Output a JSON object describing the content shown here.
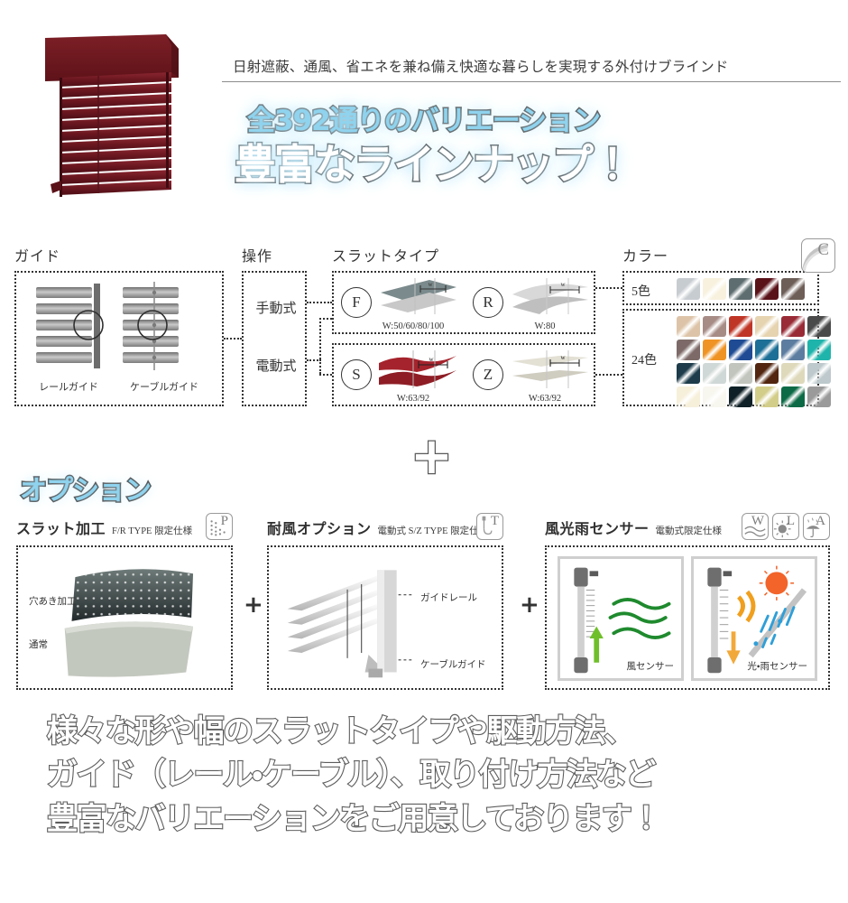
{
  "header": {
    "tagline": "日射遮蔽、通風、省エネを兼ね備え快適な暮らしを実現する外付けブラインド",
    "headline_1": "全392通りのバリエーション",
    "headline_2": "豊富なラインナップ！",
    "product_alt": "外付けブラインド製品イメージ"
  },
  "spec": {
    "guide": {
      "label": "ガイド",
      "items": [
        {
          "caption": "レールガイド"
        },
        {
          "caption": "ケーブルガイド"
        }
      ]
    },
    "operation": {
      "label": "操作",
      "items": [
        {
          "label": "手動式"
        },
        {
          "label": "電動式"
        }
      ]
    },
    "slat": {
      "label": "スラットタイプ",
      "types": [
        {
          "code": "F",
          "width": "W:50/60/80/100"
        },
        {
          "code": "R",
          "width": "W:80"
        },
        {
          "code": "S",
          "width": "W:63/92"
        },
        {
          "code": "Z",
          "width": "W:63/92"
        }
      ]
    },
    "color": {
      "label": "カラー",
      "badge_letter": "C",
      "group_5": {
        "count_label": "5色",
        "swatches": [
          "#c7ccd1",
          "#f7f1de",
          "#5e6d70",
          "#5a1219",
          "#6d5e57"
        ]
      },
      "group_24": {
        "count_label": "24色",
        "swatches": [
          "#ddc4a9",
          "#a78c86",
          "#bf3526",
          "#e6d3b0",
          "#992b36",
          "#4a4a4a",
          "#7d6a68",
          "#ef9324",
          "#1e4b94",
          "#1c6f96",
          "#5d7da0",
          "#1fb4ab",
          "#1d3b4a",
          "#cfd8d6",
          "#c2c5bd",
          "#51250f",
          "#ded9bb",
          "#bdc9cc",
          "#f6efda",
          "#f7f6ef",
          "#0f2026",
          "#d3cd8a",
          "#0c6b46",
          "#9a9a9a"
        ]
      }
    }
  },
  "options": {
    "title": "オプション",
    "plus_symbol": "+",
    "items": [
      {
        "name": "スラット加工",
        "sub": "F/R TYPE 限定仕様",
        "badges": [
          "P"
        ],
        "labels": [
          {
            "text": "穴あき加工"
          },
          {
            "text": "通常"
          }
        ]
      },
      {
        "name": "耐風オプション",
        "sub": "電動式 S/Z TYPE 限定仕様",
        "badges": [
          "T"
        ],
        "labels": [
          {
            "text": "ガイドレール"
          },
          {
            "text": "ケーブルガイド"
          }
        ]
      },
      {
        "name": "風光雨センサー",
        "sub": "電動式限定仕様",
        "badges": [
          "W",
          "L",
          "A"
        ],
        "panels": [
          {
            "caption": "風センサー"
          },
          {
            "caption": "光・雨センサー"
          }
        ]
      }
    ]
  },
  "footer": {
    "line_1": "様々な形や幅のスラットタイプや駆動方法、",
    "line_2": "ガイド（レール・ケーブル）、取り付け方法など",
    "line_3": "豊富なバリエーションをご用意しております！"
  }
}
